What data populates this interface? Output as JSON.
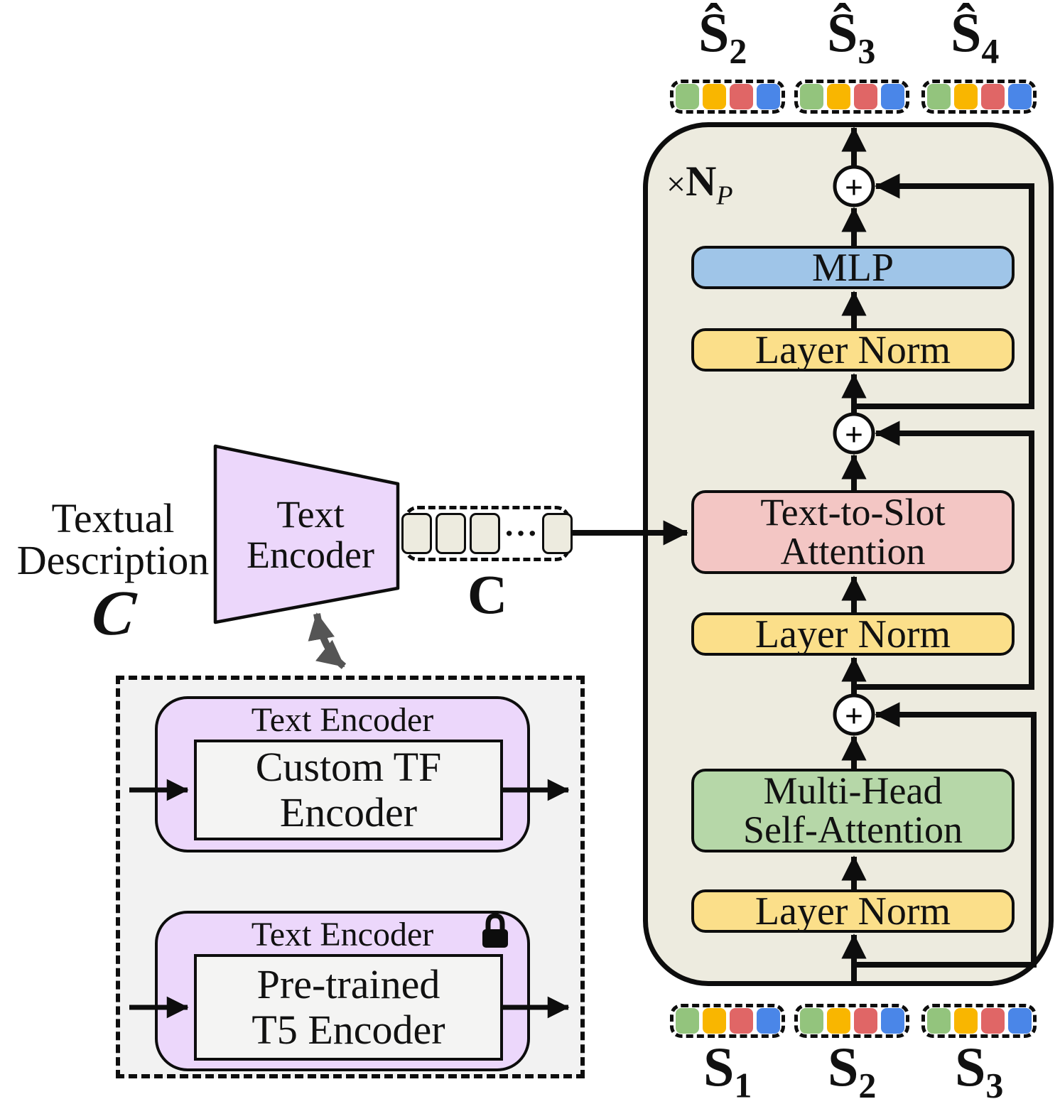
{
  "left": {
    "textual_description": {
      "line1": "Textual",
      "line2": "Description",
      "symbol": "C"
    },
    "text_encoder_funnel": {
      "line1": "Text",
      "line2": "Encoder"
    },
    "c_tokens": {
      "dots": "···",
      "label": "C"
    },
    "encoder_options": [
      {
        "title": "Text Encoder",
        "line1": "Custom TF",
        "line2": "Encoder",
        "locked": false
      },
      {
        "title": "Text Encoder",
        "line1": "Pre-trained",
        "line2": "T5 Encoder",
        "locked": true
      }
    ]
  },
  "predictor": {
    "repeat": {
      "times": "×",
      "symbol": "N",
      "sub": "P"
    },
    "plus": "+",
    "mlp": "MLP",
    "layer_norm_top": "Layer Norm",
    "text_to_slot": {
      "line1": "Text-to-Slot",
      "line2": "Attention"
    },
    "layer_norm_mid": "Layer Norm",
    "mhsa": {
      "line1": "Multi-Head",
      "line2": "Self-Attention"
    },
    "layer_norm_bottom": "Layer Norm",
    "outputs": [
      {
        "base": "Ŝ",
        "sub": "2"
      },
      {
        "base": "Ŝ",
        "sub": "3"
      },
      {
        "base": "Ŝ",
        "sub": "4"
      }
    ],
    "inputs": [
      {
        "base": "S",
        "sub": "1"
      },
      {
        "base": "S",
        "sub": "2"
      },
      {
        "base": "S",
        "sub": "3"
      }
    ]
  },
  "tokens": {
    "colors": [
      "#93c47d",
      "#f9b600",
      "#e06666",
      "#4a86e8"
    ]
  },
  "colors": {
    "predictor_bg": "#edebdf",
    "mlp_blue": "#9fc5e8",
    "layer_norm_yellow": "#fbdf8a",
    "text_to_slot_pink": "#f3c6c4",
    "mhsa_green": "#b6d7a8",
    "encoder_purple": "#ecd7fb",
    "options_bg": "#f2f2f2",
    "line_black": "#0d0d0d",
    "gray_arrow": "#555555"
  }
}
